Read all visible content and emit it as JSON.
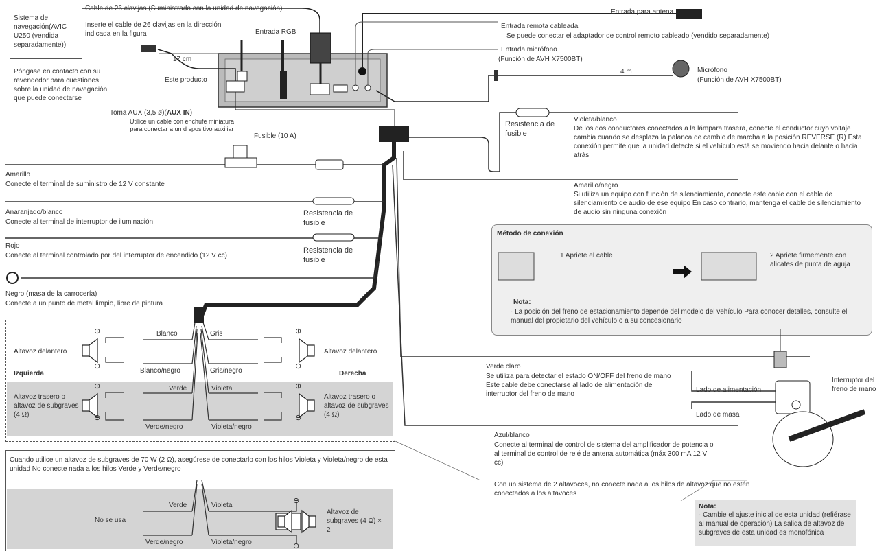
{
  "nav_system": "Sistema de navegación(AVIC U250 (vendida separadamente))",
  "contact_dealer": "Póngase en contacto con su revendedor para cuestiones sobre la unidad de navegación que puede conectarse",
  "cable26": "Cable de 26 clavijas (Suministrado con la unidad de navegación)",
  "insert_cable": "Inserte el cable de 26 clavijas en la dirección indicada en la figura",
  "rgb_input": "Entrada RGB",
  "len_17": "17 cm",
  "this_product": "Este producto",
  "aux_title": "Toma AUX (3,5 ø)(",
  "aux_bold": "AUX IN",
  "aux_close": ")",
  "aux_desc": "Utilice un cable con enchufe miniatura para conectar a un d spositivo auxiliar",
  "fuse10": "Fusible (10 A)",
  "antenna": "Entrada para antena",
  "wired_remote": "Entrada remota cableada",
  "wired_remote_desc": "Se puede conectar el adaptador de control remoto cableado (vendido separadamente)",
  "mic_input": "Entrada micrófono",
  "mic_input_fn": "(Función de AVH X7500BT)",
  "len_4": "4 m",
  "mic": "Micrófono",
  "mic_fn": "(Función de AVH X7500BT)",
  "fuse_res": "Resistencia de fusible",
  "violet_white": "Violeta/blanco",
  "violet_white_desc": "De los dos conductores conectados a la lámpara trasera, conecte el conductor cuyo voltaje cambia cuando se desplaza la palanca de cambio de marcha a la posición REVERSE (R) Esta conexión permite que la unidad detecte si el vehículo está se moviendo hacia delante o hacia atrás",
  "yellow": "Amarillo",
  "yellow_desc": "Conecte el terminal de suministro de 12 V constante",
  "yellow_black": "Amarillo/negro",
  "yellow_black_desc": "Si utiliza un equipo con función de silenciamiento, conecte este cable con el cable de silenciamiento de audio de ese equipo En caso contrario, mantenga el cable de silenciamiento de audio sin ninguna conexión",
  "orange_white": "Anaranjado/blanco",
  "orange_white_desc": "Conecte al terminal de interruptor de iluminación",
  "red": "Rojo",
  "red_desc": "Conecte al terminal controlado por del interruptor de encendido (12 V cc)",
  "black": "Negro (masa de la carrocería)",
  "black_desc": "Conecte a un punto de metal limpio, libre de pintura",
  "method_title": "Método de conexión",
  "step1": "1 Apriete el cable",
  "step2": "2 Apriete firmemente con alicates de punta de aguja",
  "note_label": "Nota:",
  "note1": "· La posición del freno de estacionamiento depende del modelo del vehículo Para conocer detalles, consulte el manual del propietario del vehículo o a su concesionario",
  "speakers": {
    "white": "Blanco",
    "gray": "Gris",
    "front_left": "Altavoz delantero",
    "front_right": "Altavoz delantero",
    "left": "Izquierda",
    "right": "Derecha",
    "white_black": "Blanco/negro",
    "gray_black": "Gris/negro",
    "green": "Verde",
    "violet": "Violeta",
    "rear_left": "Altavoz trasero o altavoz de subgraves (4 Ω)",
    "rear_right": "Altavoz trasero o altavoz de subgraves (4 Ω)",
    "green_black": "Verde/negro",
    "violet_black": "Violeta/negro"
  },
  "subwoofer_note": "Cuando utilice un altavoz de subgraves de 70 W (2 Ω), asegúrese de conectarlo con los hilos Violeta y Violeta/negro de esta unidad No conecte nada a los hilos Verde y Verde/negro",
  "sub": {
    "green": "Verde",
    "violet": "Violeta",
    "not_used": "No se usa",
    "green_black": "Verde/negro",
    "violet_black": "Violeta/negro",
    "sub_speaker": "Altavoz de subgraves (4 Ω) × 2"
  },
  "light_green": "Verde claro",
  "light_green_desc": "Se utiliza para detectar el estado ON/OFF del freno de mano Este cable debe conectarse al lado de alimentación del interruptor del freno de mano",
  "power_side": "Lado de alimentación",
  "ground_side": "Lado de masa",
  "handbrake_switch": "Interruptor del freno de mano",
  "blue_white": "Azul/blanco",
  "blue_white_desc": "Conecte al terminal de control de sistema del amplificador de potencia o al terminal de control de relé de antena automática (máx 300 mA 12 V cc)",
  "two_speaker_note": "Con un sistema de 2 altavoces, no conecte nada a los hilos de altavoz que no estén conectados a los altavoces",
  "note2_label": "Nota:",
  "note2": "· Cambie el ajuste inicial de esta unidad (refiérase al manual de operación) La salida de altavoz de subgraves de esta unidad es monofónica"
}
